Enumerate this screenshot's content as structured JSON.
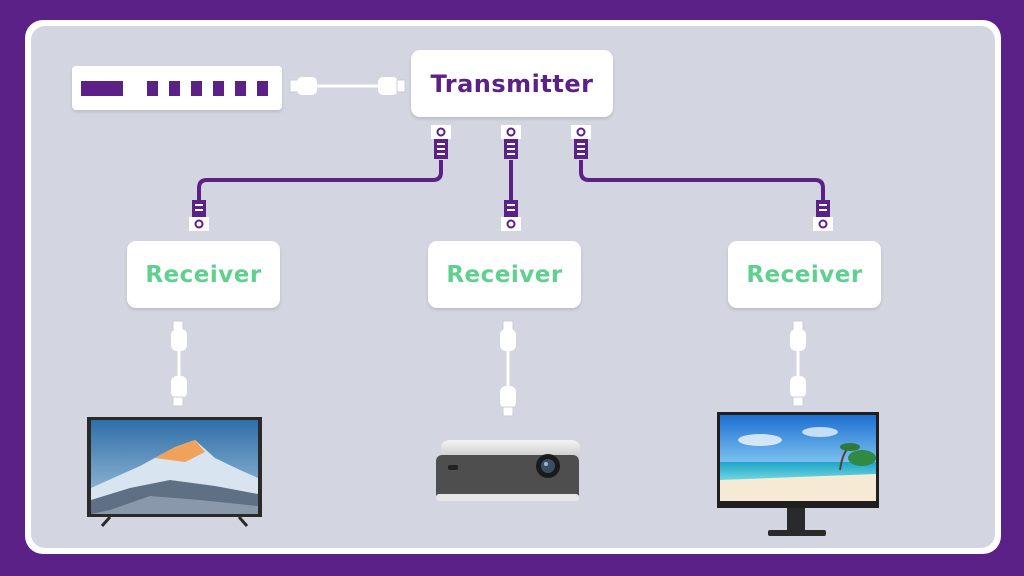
{
  "diagram": {
    "transmitter": {
      "label": "Transmitter"
    },
    "receivers": [
      {
        "label": "Receiver",
        "display": "tv"
      },
      {
        "label": "Receiver",
        "display": "projector"
      },
      {
        "label": "Receiver",
        "display": "monitor"
      }
    ],
    "source_device": "switch-box",
    "colors": {
      "frame": "#5b2186",
      "panel": "#d3d6e0",
      "transmitter_text": "#5b2186",
      "receiver_text": "#5fd08e",
      "cat_cable": "#5b2186",
      "hdmi_cable": "#ffffff"
    }
  }
}
